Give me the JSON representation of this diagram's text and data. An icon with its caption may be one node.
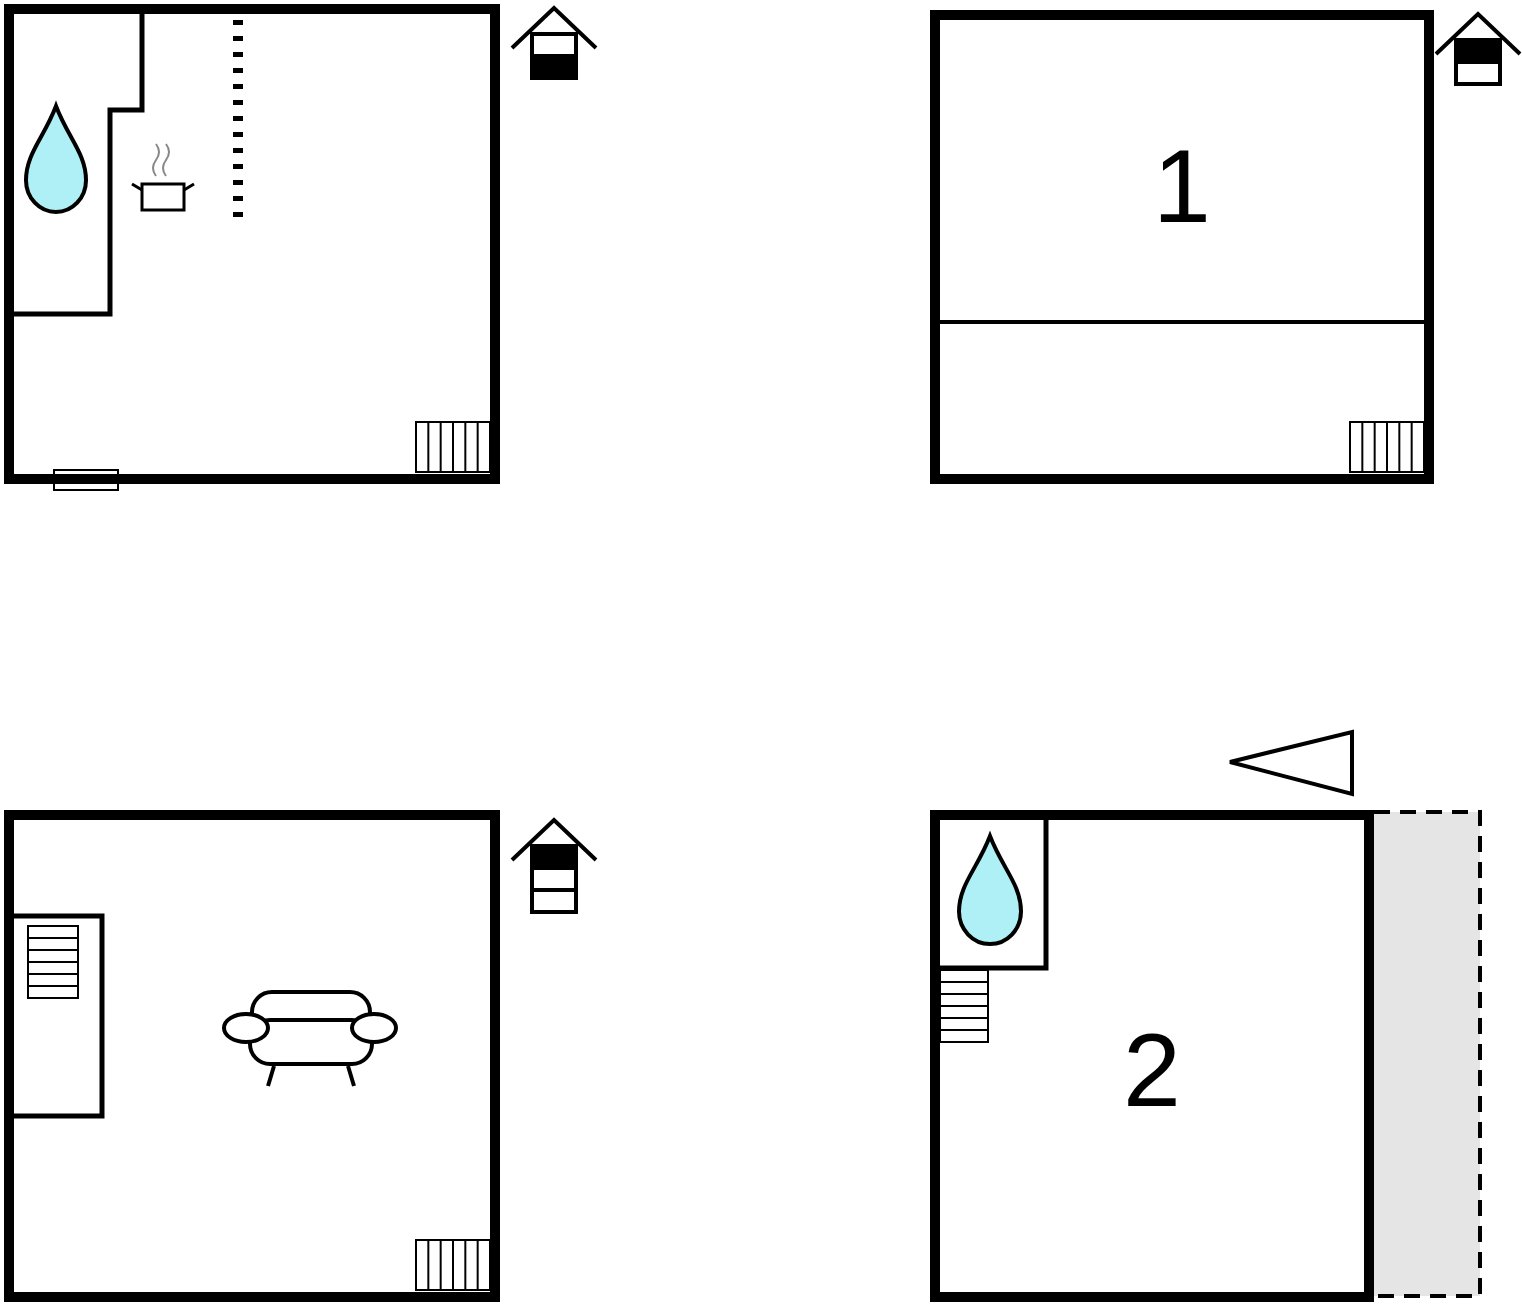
{
  "diagram": {
    "nodes": [
      {
        "text": [],
        "shape": "box"
      },
      {
        "text": [],
        "shape": "box"
      },
      {
        "text": [
          "1"
        ],
        "in": 1
      },
      {
        "text": [],
        "shape": "box"
      },
      {
        "text": [
          "2"
        ]
      }
    ]
  }
}
